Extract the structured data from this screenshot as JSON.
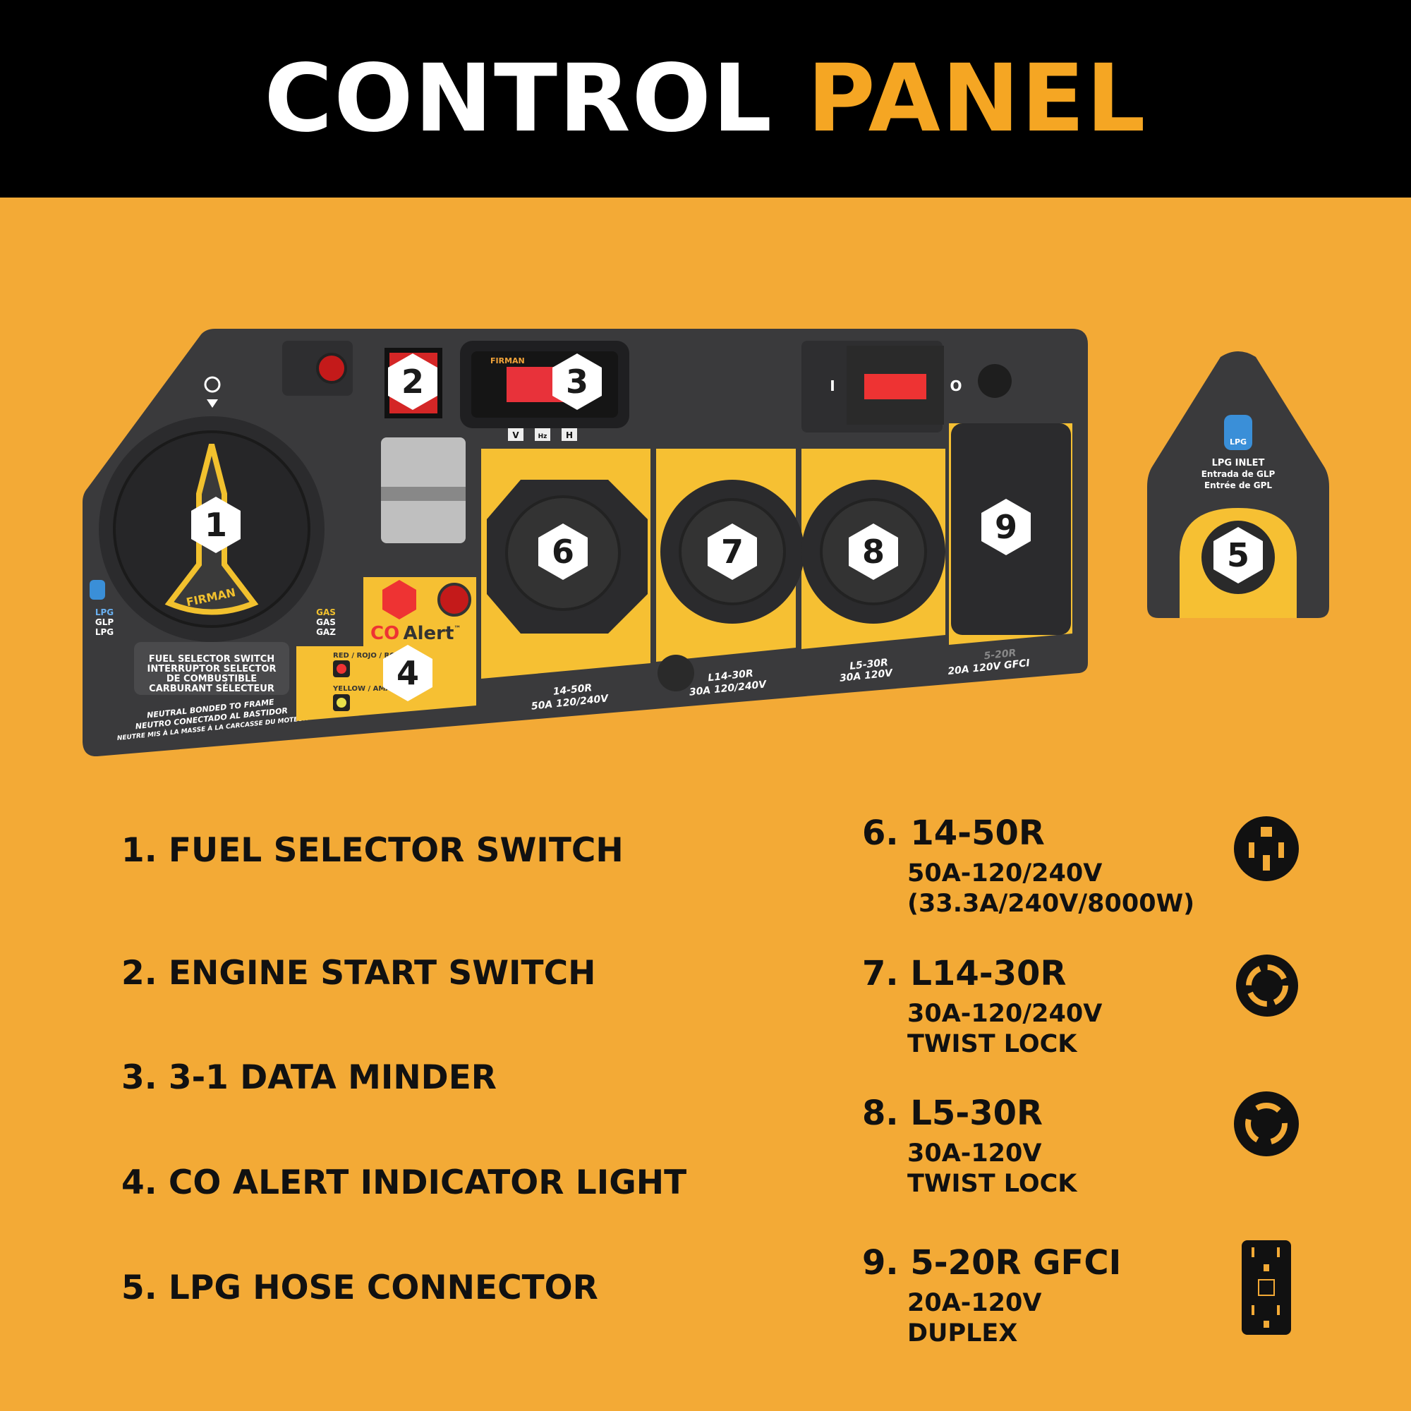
{
  "header": {
    "title_part1": "CONTROL",
    "title_part2": "PANEL"
  },
  "colors": {
    "background": "#F3AA36",
    "header": "#000000",
    "accent": "#F5A623",
    "panel": "#3a3a3c",
    "panel_yellow": "#F6C033"
  },
  "panel": {
    "badges": [
      "1",
      "2",
      "3",
      "4",
      "5",
      "6",
      "7",
      "8",
      "9"
    ],
    "fuel_selector_label": [
      "FUEL SELECTOR SWITCH",
      "INTERRUPTOR SELECTOR",
      "DE COMBUSTIBLE",
      "CARBURANT SÉLECTEUR"
    ],
    "neutral_label": [
      "NEUTRAL BONDED TO FRAME",
      "NEUTRO CONECTADO AL BASTIDOR",
      "NEUTRE MIS À LA MASSE À LA CARCASSE DU MOTEUR"
    ],
    "brand": "FIRMAN",
    "lpg_side": [
      "LPG",
      "GLP",
      "LPG"
    ],
    "gas_side": [
      "GAS",
      "GAS",
      "GAZ"
    ],
    "co_alert": {
      "co": "CO",
      "alert": "Alert",
      "tm": "™",
      "red": "RED / ROJO / RO",
      "yellow": "YELLOW / AMA"
    },
    "meter_keys": [
      "V",
      "Hz",
      "H"
    ],
    "switch_marks": [
      "I",
      "O"
    ],
    "outlet_labels": [
      {
        "model": "14-50R",
        "rating": "50A 120/240V"
      },
      {
        "model": "L14-30R",
        "rating": "30A 120/240V"
      },
      {
        "model": "L5-30R",
        "rating": "30A 120V"
      },
      {
        "model": "5-20R",
        "rating": "20A 120V GFCI"
      }
    ],
    "lpg_inlet": {
      "icon_text": "LPG",
      "lines": [
        "LPG INLET",
        "Entrada de GLP",
        "Entrée de GPL"
      ]
    }
  },
  "features_left": [
    "1. FUEL SELECTOR SWITCH",
    "2. ENGINE START SWITCH",
    "3. 3-1 DATA MINDER",
    "4. CO ALERT INDICATOR LIGHT",
    "5. LPG HOSE CONNECTOR"
  ],
  "features_right": [
    {
      "title": "6. 14-50R",
      "lines": [
        "50A-120/240V",
        "(33.3A/240V/8000W)"
      ],
      "icon": "outlet-14-50r-icon"
    },
    {
      "title": "7. L14-30R",
      "lines": [
        "30A-120/240V",
        "TWIST LOCK"
      ],
      "icon": "outlet-l14-30r-icon"
    },
    {
      "title": "8. L5-30R",
      "lines": [
        "30A-120V",
        "TWIST LOCK"
      ],
      "icon": "outlet-l5-30r-icon"
    },
    {
      "title": "9. 5-20R GFCI",
      "lines": [
        "20A-120V",
        "DUPLEX"
      ],
      "icon": "outlet-5-20r-duplex-icon"
    }
  ]
}
